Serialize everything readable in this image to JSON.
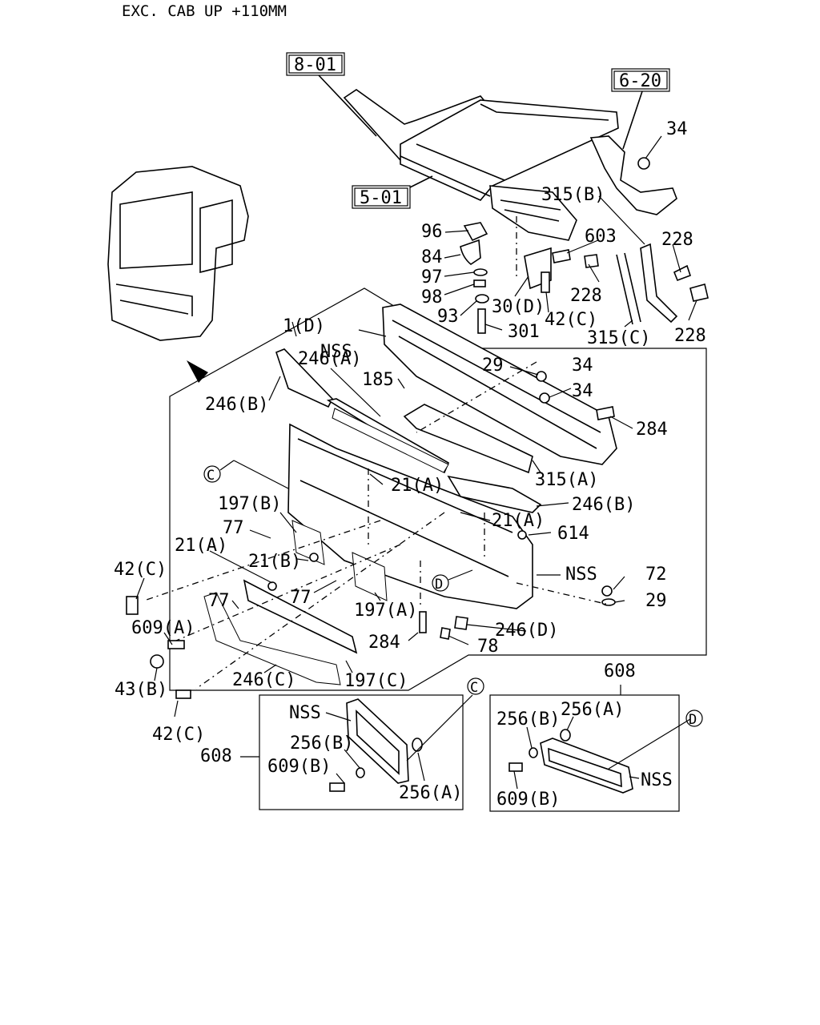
{
  "header": {
    "note": "EXC. CAB UP +110MM"
  },
  "references": {
    "ref_8_01": "8-01",
    "ref_6_20": "6-20",
    "ref_5_01": "5-01"
  },
  "labels": {
    "p34a": "34",
    "p315b": "315(B)",
    "p228a": "228",
    "p96": "96",
    "p603": "603",
    "p84": "84",
    "p97": "97",
    "p228b": "228",
    "p98": "98",
    "p30d": "30(D)",
    "p93": "93",
    "p42c_top": "42(C)",
    "p301": "301",
    "p315c": "315(C)",
    "p228c": "228",
    "p1d": "1(D)",
    "nss_top": "NSS",
    "p246a": "246(A)",
    "p29a": "29",
    "p34b": "34",
    "p185": "185",
    "p34c": "34",
    "p246b_left": "246(B)",
    "p284a": "284",
    "p315a": "315(A)",
    "p21a_1": "21(A)",
    "p246b_right": "246(B)",
    "p197b": "197(B)",
    "p21a_2": "21(A)",
    "p614": "614",
    "p77a": "77",
    "p21a_3": "21(A)",
    "p21b": "21(B)",
    "nss_mid": "NSS",
    "p72": "72",
    "p42c_left": "42(C)",
    "p77b": "77",
    "p77c": "77",
    "p29b": "29",
    "p197a": "197(A)",
    "p609a": "609(A)",
    "p246d": "246(D)",
    "p284b": "284",
    "p78": "78",
    "p43b": "43(B)",
    "p246c": "246(C)",
    "p197c": "197(C)",
    "p42c_bottom": "42(C)",
    "p608_right": "608",
    "nss_box_c": "NSS",
    "p256b_left": "256(B)",
    "p256a_right": "256(A)",
    "p256b_right": "256(B)",
    "p608_left": "608",
    "p609b_left": "609(B)",
    "p256a_left": "256(A)",
    "nss_box_d": "NSS",
    "p609b_right": "609(B)"
  },
  "callouts": {
    "c_main": "C",
    "c_box": "C",
    "d_main": "D",
    "d_box": "D"
  }
}
